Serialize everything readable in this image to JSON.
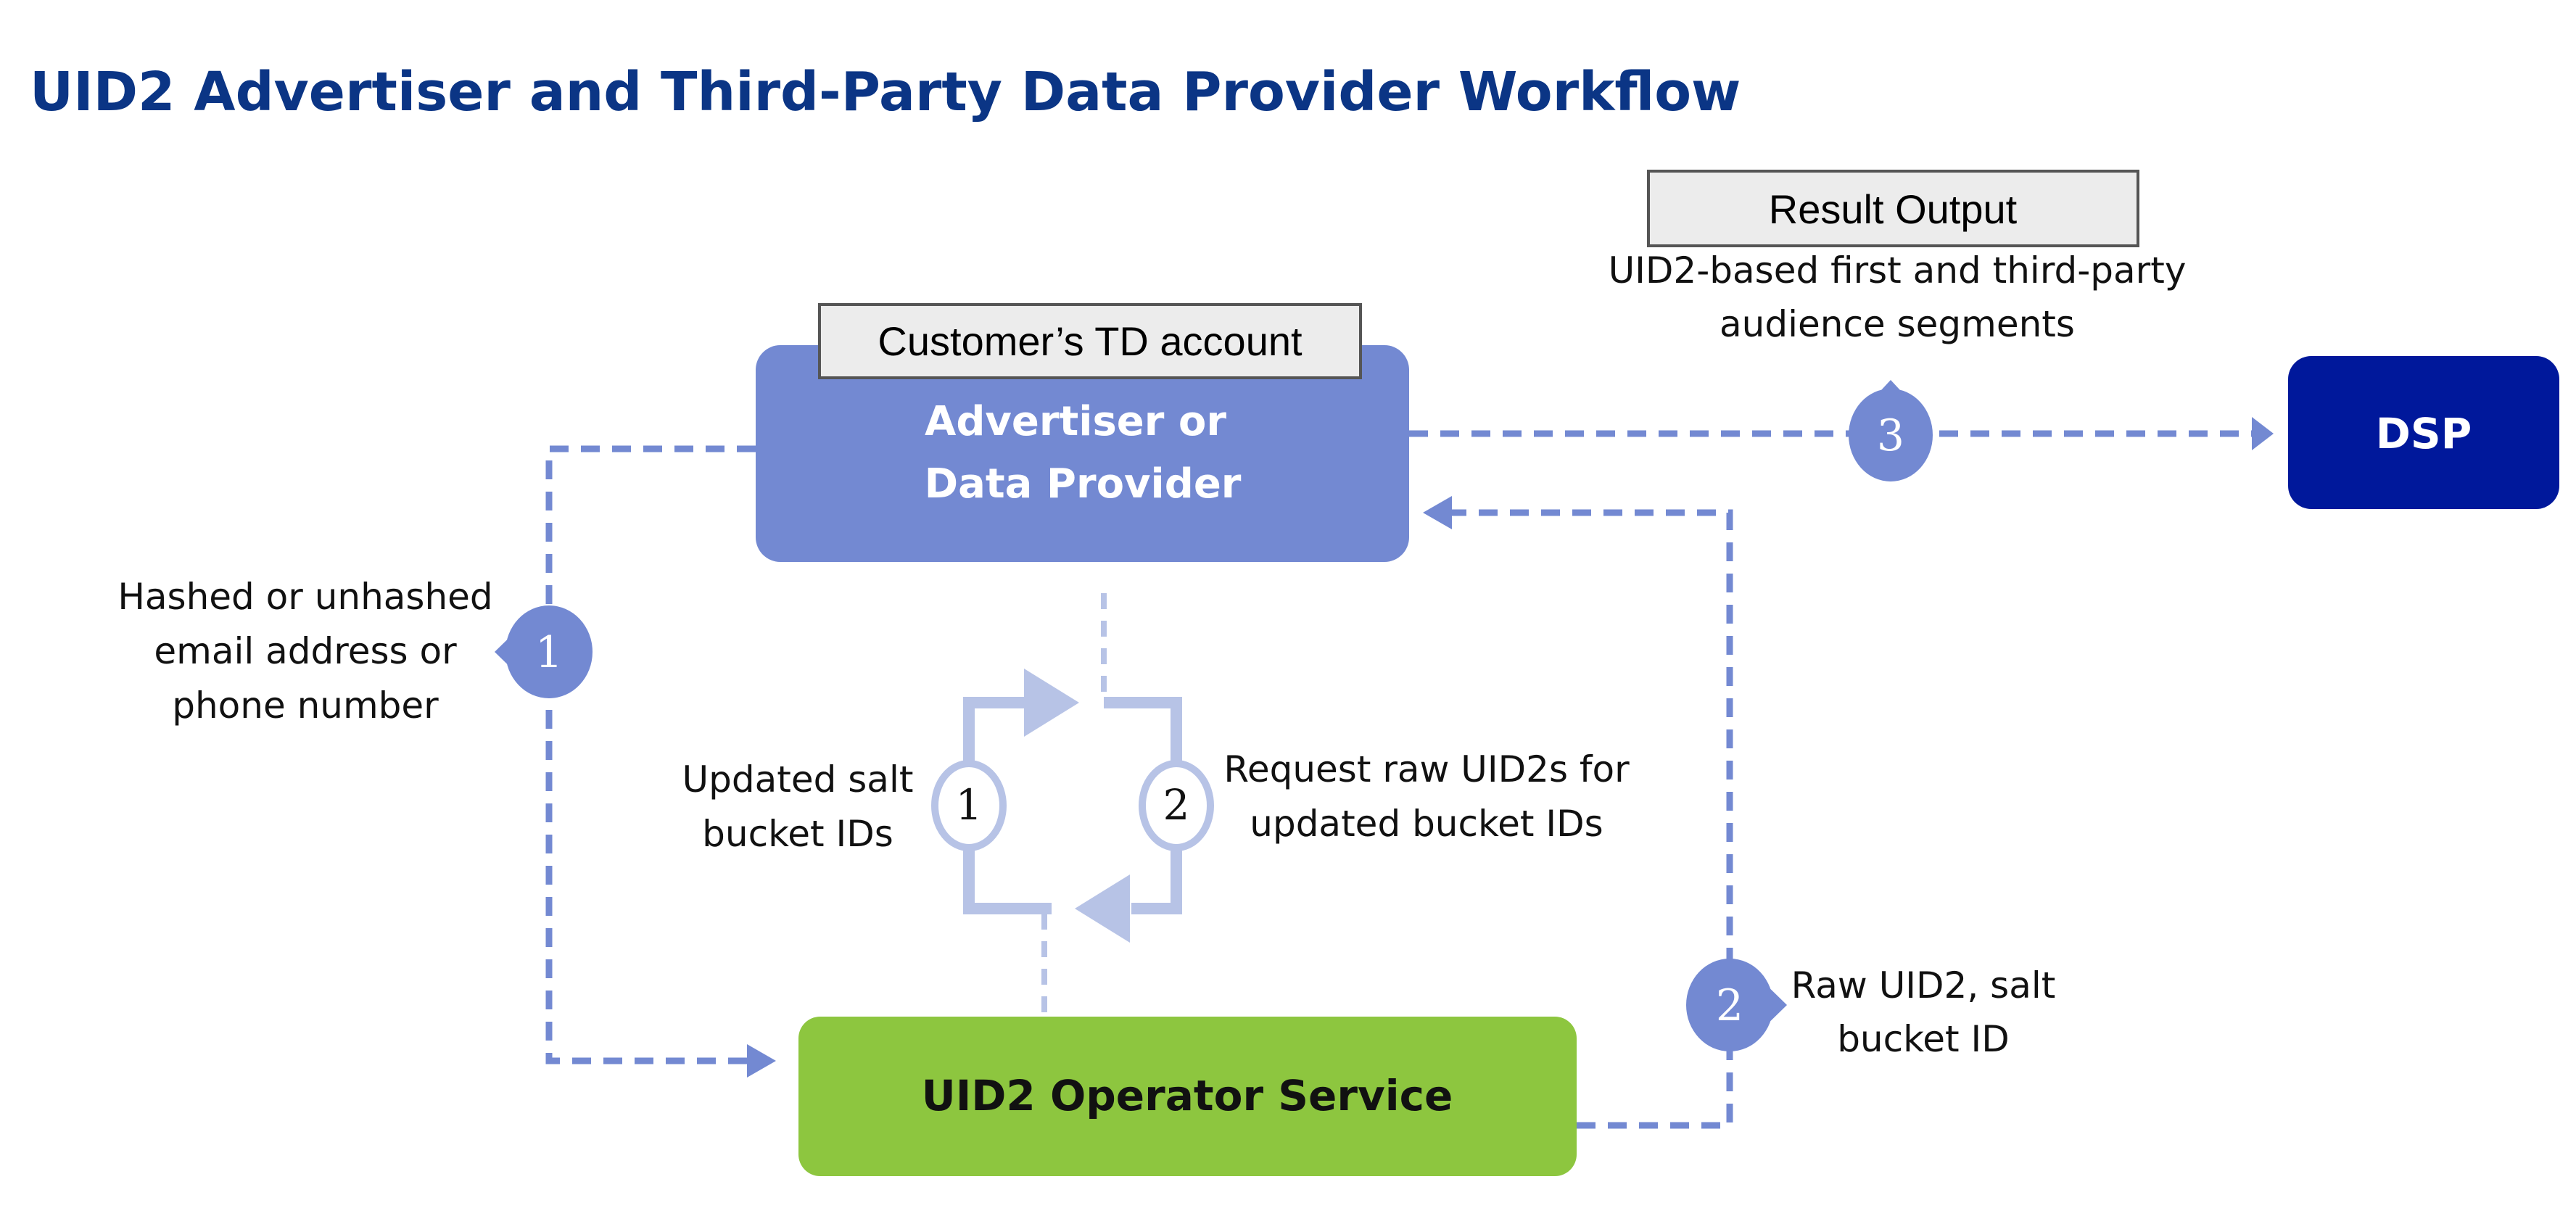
{
  "title": "UID2 Advertiser and Third-Party Data Provider Workflow",
  "colors": {
    "title": "#0b3585",
    "advertiser_box": "#7389d2",
    "dsp_box": "#00189b",
    "operator_box": "#8dc63f",
    "flow_line": "#7389d2",
    "loop_line": "#b7c3e6",
    "label_box_fill": "#ececec",
    "label_box_stroke": "#555555"
  },
  "nodes": {
    "advertiser": {
      "label_line1": "Advertiser or",
      "label_line2": "Data Provider",
      "tag": "Customer’s TD account"
    },
    "dsp": {
      "label": "DSP"
    },
    "operator": {
      "label": "UID2 Operator Service"
    },
    "result": {
      "tag": "Result Output",
      "desc_line1": "UID2-based first and third-party",
      "desc_line2": "audience segments"
    }
  },
  "steps": {
    "step1": {
      "number": "1",
      "line1": "Hashed or unhashed",
      "line2": "email address or",
      "line3": "phone number"
    },
    "step2": {
      "number": "2",
      "line1": "Raw UID2, salt",
      "line2": "bucket ID"
    },
    "step3": {
      "number": "3"
    },
    "loop1": {
      "number": "1",
      "line1": "Updated salt",
      "line2": "bucket IDs"
    },
    "loop2": {
      "number": "2",
      "line1": "Request raw UID2s for",
      "line2": "updated bucket IDs"
    }
  }
}
